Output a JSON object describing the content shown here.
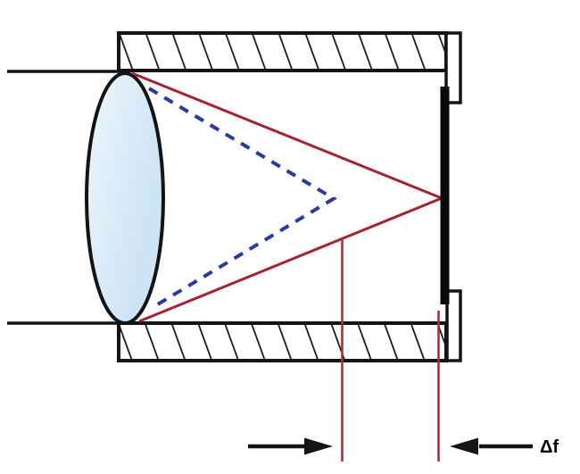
{
  "diagram": {
    "labels": {
      "delta_f": "Δf"
    },
    "colors": {
      "background": "#ffffff",
      "outline": "#141414",
      "ray_red": "#a22433",
      "ray_blue": "#2b3a9d",
      "marker_red": "#a8303c",
      "sensor_black": "#0a0a0a",
      "lens_fill_start": "#eff6fd",
      "lens_fill_end": "#cde4f5",
      "label_color": "#000000"
    },
    "elements": {
      "lens": "biconvex-lens",
      "barrel_wall_top": "hatched-housing-wall",
      "barrel_wall_bottom": "hatched-housing-wall",
      "end_cap_top": "barrel-end-cap",
      "end_cap_bottom": "barrel-end-cap",
      "sensor_plane": "sensor-focal-plane-bar",
      "entrance_rays": "collimated-input-rays",
      "red_ray_cone": "nominal-focus-ray-cone",
      "blue_dashed_ray_cone": "shifted-focus-ray-cone",
      "focus_marker_left": "shifted-focus-position-line",
      "focus_marker_right": "sensor-focus-position-line",
      "arrows": "focal-shift-dimension-arrows"
    }
  }
}
